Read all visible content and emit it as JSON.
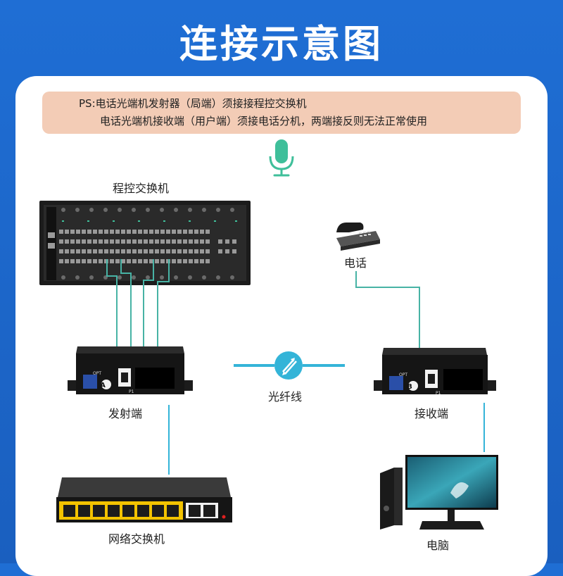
{
  "title": "连接示意图",
  "note": {
    "line1": "PS:电话光端机发射器（局端）须接接程控交换机",
    "line2": "电话光端机接收端（用户端）须接电话分机，两端接反则无法正常使用"
  },
  "labels": {
    "pbx": "程控交换机",
    "phone": "电话",
    "transmitter": "发射端",
    "receiver": "接收端",
    "fiber": "光纤线",
    "network_switch": "网络交换机",
    "computer": "电脑"
  },
  "device": {
    "opt": "OPT",
    "p1": "P1",
    "tx_mark": "A",
    "rx_mark": "B"
  },
  "icons": {
    "microphone": "microphone-icon",
    "sound_wave": "sound-wave-icon",
    "fiber_link": "fiber-link-icon"
  },
  "colors": {
    "background": "#1f6ed4",
    "accent_green": "#3fbf9a",
    "line_teal": "#47b3a5",
    "fiber_blue": "#34b4d8",
    "note_bg": "#f3ccb6"
  }
}
